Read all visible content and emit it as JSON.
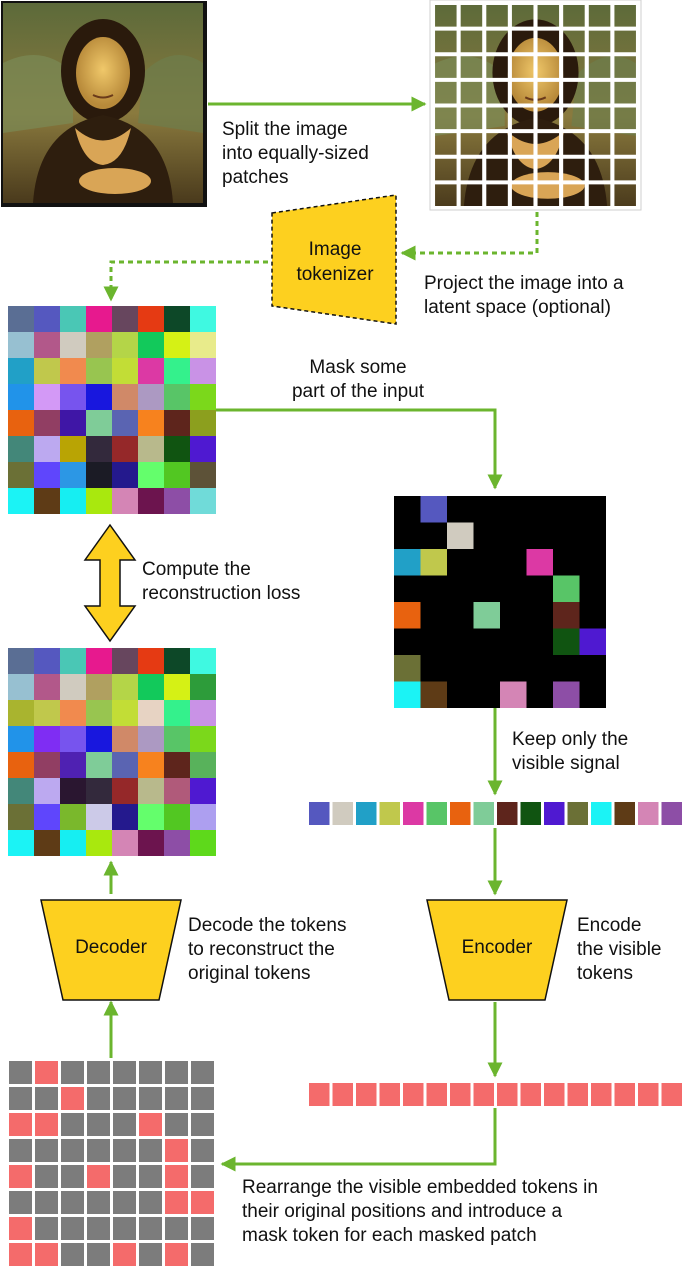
{
  "colors": {
    "arrow": "#6bb52e",
    "yellow": "#fdd01f",
    "mask_token": "#f46b6b",
    "mask_gray": "#7c7c7c",
    "masked_black": "#000000"
  },
  "icons": {
    "source_image": "portrait-painting-image",
    "patch_grid": "patched-portrait-image"
  },
  "blocks": {
    "tokenizer": [
      "Image",
      "tokenizer"
    ],
    "encoder": "Encoder",
    "decoder": "Decoder"
  },
  "captions": {
    "split": [
      "Split the image",
      "into equally-sized",
      "patches"
    ],
    "project": [
      "Project the image into a",
      "latent space (optional)"
    ],
    "mask": [
      "Mask some",
      "part of the input"
    ],
    "loss": [
      "Compute the",
      "reconstruction loss"
    ],
    "keep": [
      "Keep only the",
      "visible signal"
    ],
    "encode": [
      "Encode",
      "the visible",
      "tokens"
    ],
    "decode": [
      "Decode the tokens",
      "to reconstruct the",
      "original tokens"
    ],
    "rearrange": [
      "Rearrange the visible embedded tokens in",
      "their original positions and introduce a",
      "mask token for each masked patch"
    ]
  },
  "token_grid": [
    [
      "#5a6e94",
      "#5558bf",
      "#4ac7b5",
      "#e7198e",
      "#67465e",
      "#e53a13",
      "#0d4828",
      "#3ff9e1"
    ],
    [
      "#97c0d1",
      "#b2588a",
      "#d0cbbf",
      "#b0a060",
      "#b4d548",
      "#12c95b",
      "#d5f115",
      "#e8eb8b"
    ],
    [
      "#21a0c7",
      "#c0c84c",
      "#f18a4e",
      "#98c550",
      "#c2dd36",
      "#dc39a4",
      "#34f18c",
      "#c992e6"
    ],
    [
      "#2193e9",
      "#d399f6",
      "#7754ee",
      "#1817de",
      "#d08968",
      "#ac99c2",
      "#58c567",
      "#7bd81b"
    ],
    [
      "#e8620f",
      "#913e63",
      "#3f16a6",
      "#7fcc98",
      "#5a64b2",
      "#f7821e",
      "#5e251c",
      "#8c9f1e"
    ],
    [
      "#438779",
      "#bca9f0",
      "#b9a404",
      "#33293c",
      "#952829",
      "#b8b98c",
      "#105411",
      "#4f19d1"
    ],
    [
      "#6b7036",
      "#5f46fc",
      "#2c97e5",
      "#1b1b25",
      "#24198d",
      "#64fe6c",
      "#52c722",
      "#5d5238"
    ],
    [
      "#1bf3f5",
      "#5e3b16",
      "#16eef2",
      "#a9e80e",
      "#d485b5",
      "#6c144e",
      "#8d4ea6",
      "#70dbd9"
    ]
  ],
  "reconstructed_grid": [
    [
      "#5a6e94",
      "#5558bf",
      "#4ac7b5",
      "#e7198e",
      "#67465e",
      "#e53a13",
      "#0d4828",
      "#3ff9e1"
    ],
    [
      "#97c0d1",
      "#b2588a",
      "#d0cbbf",
      "#b0a060",
      "#b4d548",
      "#12c95b",
      "#d5f115",
      "#2d9c3a"
    ],
    [
      "#a9b42f",
      "#c0c84c",
      "#f18a4e",
      "#98c550",
      "#c2dd36",
      "#e7d3c3",
      "#34f18c",
      "#c992e6"
    ],
    [
      "#2193e9",
      "#7f2df3",
      "#7754ee",
      "#1817de",
      "#d08968",
      "#ac99c2",
      "#58c567",
      "#7bd81b"
    ],
    [
      "#e8620f",
      "#913e63",
      "#4f21b2",
      "#7fcc98",
      "#5a64b2",
      "#f7821e",
      "#5e251c",
      "#58b25b"
    ],
    [
      "#438779",
      "#bca9f0",
      "#2a1630",
      "#33293c",
      "#952829",
      "#b8b98c",
      "#b05a7a",
      "#4f19d1"
    ],
    [
      "#6b7036",
      "#5f46fc",
      "#7ab82c",
      "#cccae8",
      "#24198d",
      "#64fe6c",
      "#52c722",
      "#ad9ff0"
    ],
    [
      "#1bf3f5",
      "#5e3b16",
      "#16eef2",
      "#a9e80e",
      "#d485b5",
      "#6c144e",
      "#8d4ea6",
      "#5ed91b"
    ]
  ],
  "masked_grid": [
    [
      null,
      "#5558bf",
      null,
      null,
      null,
      null,
      null,
      null
    ],
    [
      null,
      null,
      "#d0cbbf",
      null,
      null,
      null,
      null,
      null
    ],
    [
      "#21a0c7",
      "#c0c84c",
      null,
      null,
      null,
      "#dc39a4",
      null,
      null
    ],
    [
      null,
      null,
      null,
      null,
      null,
      null,
      "#58c567",
      null
    ],
    [
      "#e8620f",
      null,
      null,
      "#7fcc98",
      null,
      null,
      "#5e251c",
      null
    ],
    [
      null,
      null,
      null,
      null,
      null,
      null,
      "#105411",
      "#4f19d1"
    ],
    [
      "#6b7036",
      null,
      null,
      null,
      null,
      null,
      null,
      null
    ],
    [
      "#1bf3f5",
      "#5e3b16",
      null,
      null,
      "#d485b5",
      null,
      "#8d4ea6",
      null
    ]
  ],
  "visible_tokens": [
    "#5558bf",
    "#d0cbbf",
    "#21a0c7",
    "#c0c84c",
    "#dc39a4",
    "#58c567",
    "#e8620f",
    "#7fcc98",
    "#5e251c",
    "#105411",
    "#4f19d1",
    "#6b7036",
    "#1bf3f5",
    "#5e3b16",
    "#d485b5",
    "#8d4ea6"
  ],
  "embedded_token_count": 16,
  "mask_pattern": [
    [
      0,
      1,
      0,
      0,
      0,
      0,
      0,
      0
    ],
    [
      0,
      0,
      1,
      0,
      0,
      0,
      0,
      0
    ],
    [
      1,
      1,
      0,
      0,
      0,
      1,
      0,
      0
    ],
    [
      0,
      0,
      0,
      0,
      0,
      0,
      1,
      0
    ],
    [
      1,
      0,
      0,
      1,
      0,
      0,
      1,
      0
    ],
    [
      0,
      0,
      0,
      0,
      0,
      0,
      1,
      1
    ],
    [
      1,
      0,
      0,
      0,
      0,
      0,
      0,
      0
    ],
    [
      1,
      1,
      0,
      0,
      1,
      0,
      1,
      0
    ]
  ]
}
